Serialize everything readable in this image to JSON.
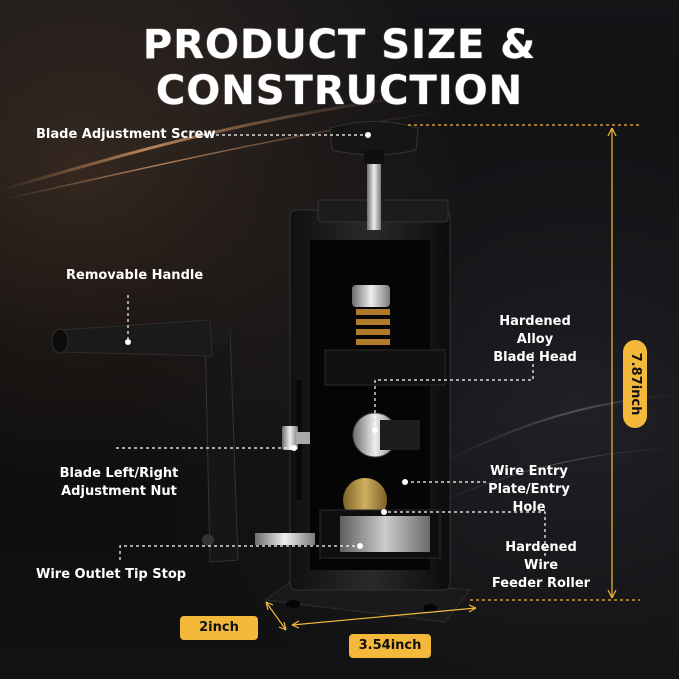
{
  "title": "PRODUCT SIZE & CONSTRUCTION",
  "labels": {
    "blade_adjustment_screw": "Blade Adjustment Screw",
    "removable_handle": "Removable Handle",
    "hardened_alloy_blade_head_1": "Hardened Alloy",
    "hardened_alloy_blade_head_2": "Blade Head",
    "blade_nut_1": "Blade Left/Right",
    "blade_nut_2": "Adjustment Nut",
    "wire_entry_1": "Wire Entry",
    "wire_entry_2": "Plate/Entry Hole",
    "feeder_roller_1": "Hardened Wire",
    "feeder_roller_2": "Feeder Roller",
    "wire_outlet": "Wire Outlet Tip Stop"
  },
  "dimensions": {
    "height": "7.87inch",
    "depth": "2inch",
    "width": "3.54inch"
  },
  "colors": {
    "accent": "#f4b93a",
    "text": "#ffffff",
    "background": "#0d0d0f"
  }
}
